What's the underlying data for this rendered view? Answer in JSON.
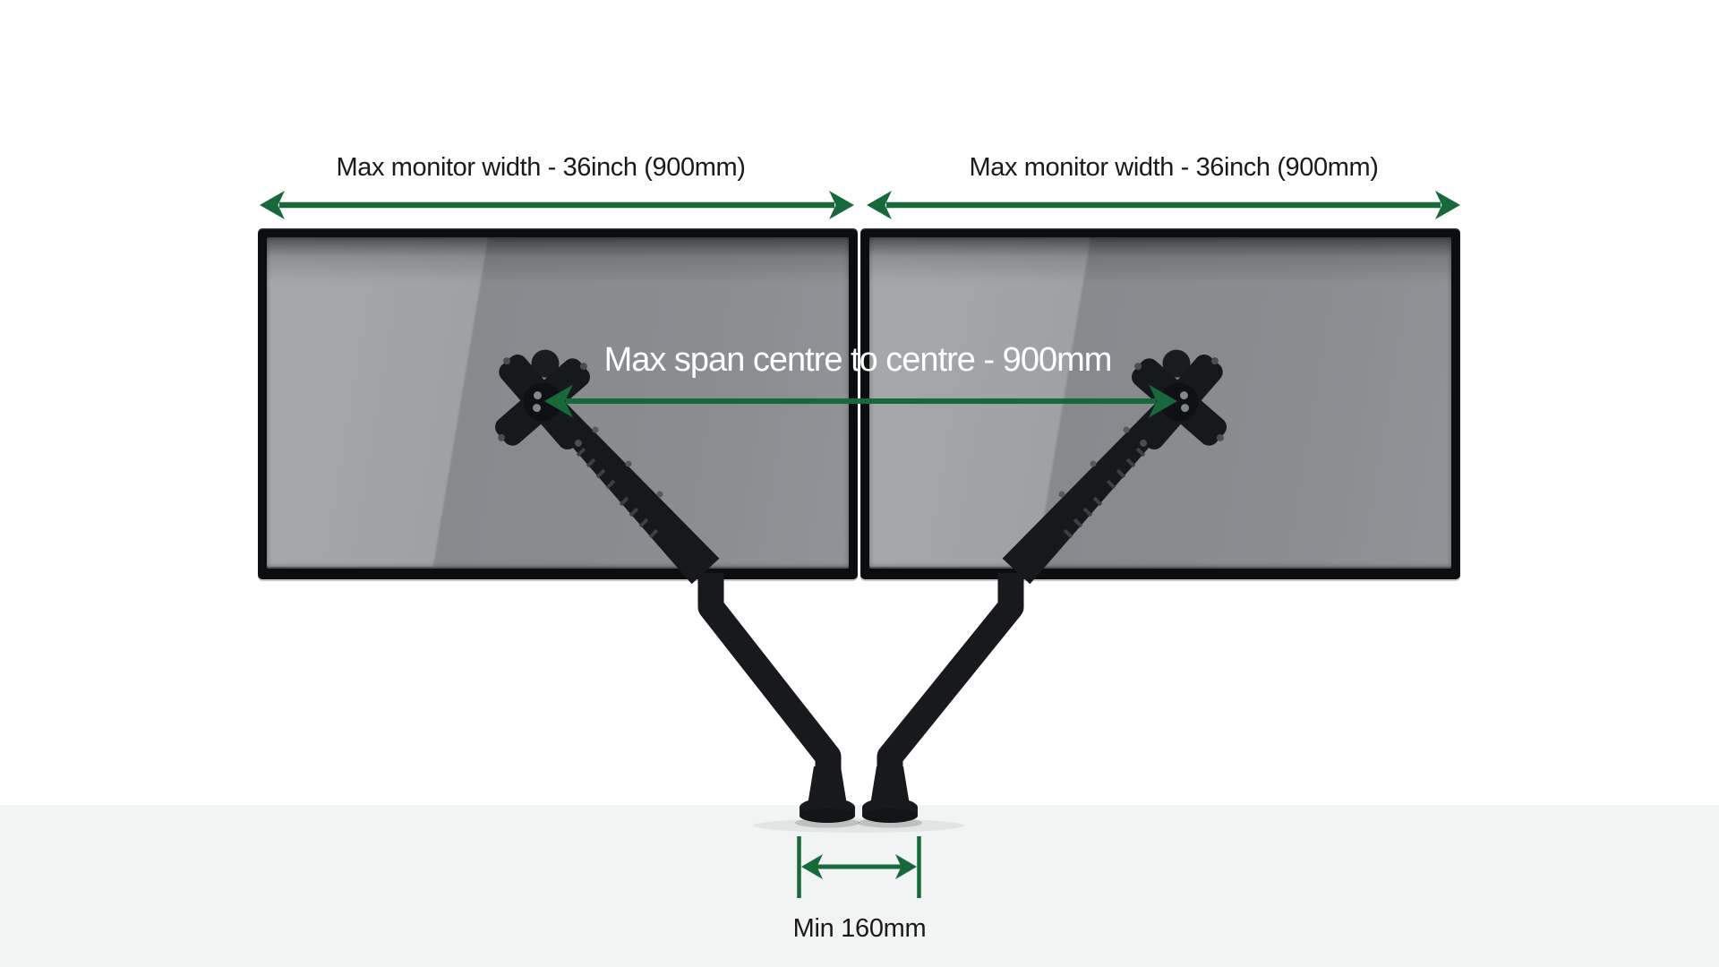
{
  "scene": {
    "description": "Dual monitor desk-clamp arm dimension diagram, rear view of two monitors on gas-spring arms",
    "monitor_count": "2"
  },
  "measurements": [
    {
      "id": "monitor-width-left",
      "label": "Max monitor width - 36inch (900mm)"
    },
    {
      "id": "monitor-width-right",
      "label": "Max monitor width - 36inch (900mm)"
    },
    {
      "id": "span-centre",
      "label": "Max span centre to centre - 900mm"
    },
    {
      "id": "base-min",
      "label": "Min 160mm"
    }
  ],
  "colors": {
    "dimension_green": "#17693B",
    "background": "#ffffff",
    "desk_surface": "#f2f4f4",
    "bezel_black": "#0b0d0f",
    "hardware_black": "#17191c",
    "screen_light": "#a5a9ab",
    "screen_dark": "#8a8d90",
    "label_text": "#1a1a1a",
    "span_text": "#ffffff"
  }
}
